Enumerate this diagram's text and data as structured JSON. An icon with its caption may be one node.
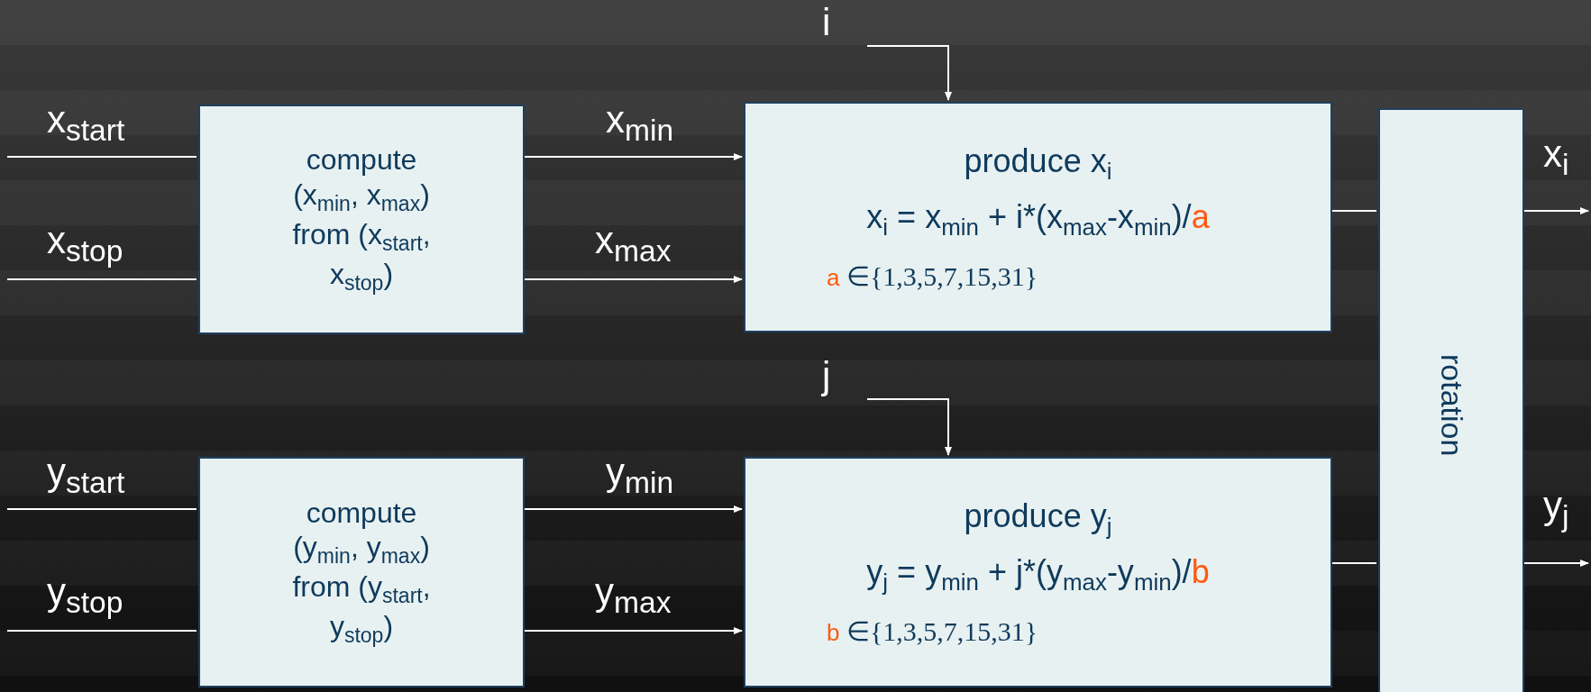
{
  "diagram": {
    "nodes": [
      {
        "text": [
          "compute (x$_{min}$, x$_{max}$) from (x$_{start}$, x$_{stop}$)"
        ]
      },
      {
        "text": [
          "produce x$_{i}$",
          "x$_{i}$ = x$_{min}$ + i*(x$_{max}$-x$_{min}$)/a",
          "a ∈{1,3,5,7,15,31}"
        ]
      },
      {
        "text": [
          "compute (y$_{min}$, y$_{max}$) from (y$_{start}$, y$_{stop}$)"
        ]
      },
      {
        "text": [
          "produce y$_{j}$",
          "y$_{j}$ = y$_{min}$ + j*(y$_{max}$-y$_{min}$)/b",
          "b ∈{1,3,5,7,15,31}"
        ]
      },
      {
        "text": [
          "rotation"
        ]
      }
    ],
    "edges": [
      {
        "from": null,
        "to": 0,
        "arrow": "none",
        "label": "x$_{start}$"
      },
      {
        "from": null,
        "to": 0,
        "arrow": "none",
        "label": "x$_{stop}$"
      },
      {
        "from": 0,
        "to": 1,
        "arrow": "to",
        "label": "x$_{min}$"
      },
      {
        "from": 0,
        "to": 1,
        "arrow": "to",
        "label": "x$_{max}$"
      },
      {
        "from": null,
        "to": 1,
        "arrow": "to",
        "label": "i"
      },
      {
        "from": 1,
        "to": 4,
        "arrow": "none"
      },
      {
        "from": 4,
        "to": null,
        "arrow": "to",
        "label": "x$_{i}$"
      },
      {
        "from": null,
        "to": 2,
        "arrow": "none",
        "label": "y$_{start}$"
      },
      {
        "from": null,
        "to": 2,
        "arrow": "none",
        "label": "y$_{stop}$"
      },
      {
        "from": 2,
        "to": 3,
        "arrow": "to",
        "label": "y$_{min}$"
      },
      {
        "from": 2,
        "to": 3,
        "arrow": "to",
        "label": "y$_{max}$"
      },
      {
        "from": null,
        "to": 3,
        "arrow": "to",
        "label": "j"
      },
      {
        "from": 3,
        "to": 4,
        "arrow": "none"
      },
      {
        "from": 4,
        "to": null,
        "arrow": "to",
        "label": "y$_{j}$"
      }
    ]
  }
}
